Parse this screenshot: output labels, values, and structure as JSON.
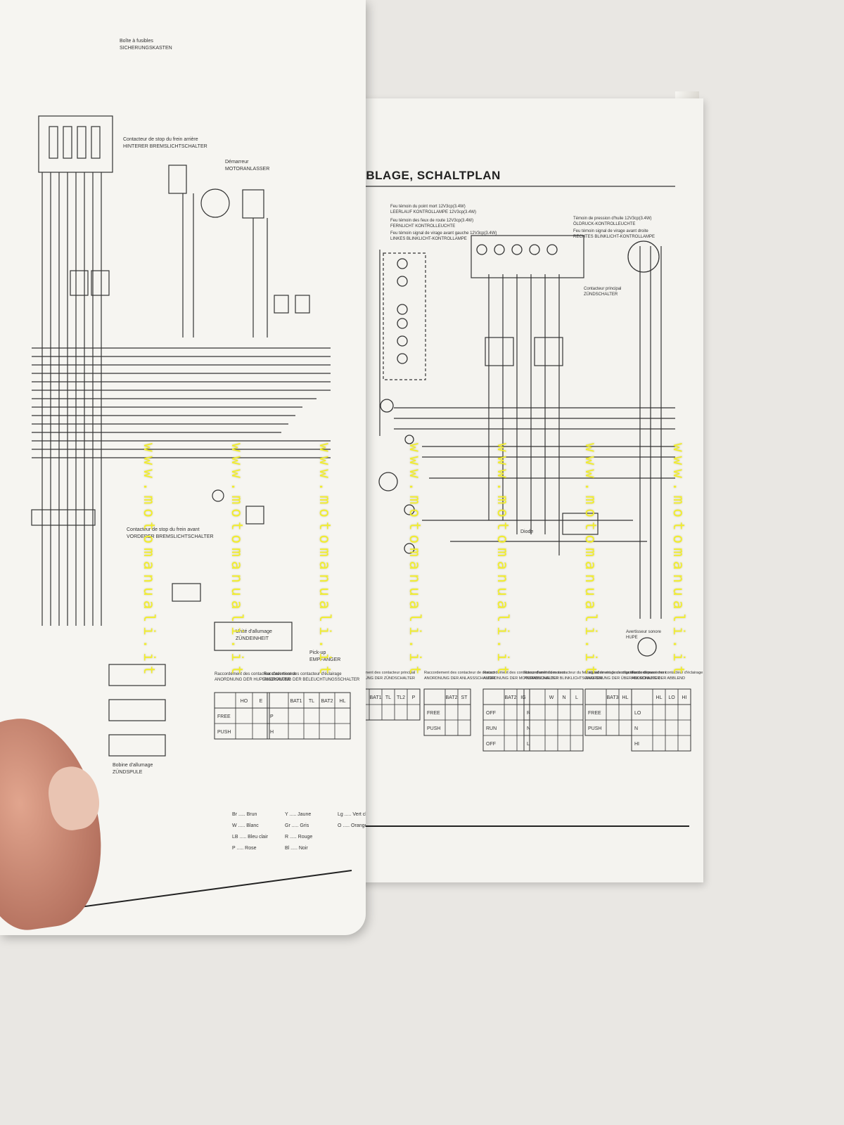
{
  "page_title": "DE CABLAGE, SCHALTPLAN",
  "watermark": "www.motomanuali.it",
  "left_page": {
    "fuse_box_label": "Boîte à fusibles",
    "fuse_box_label_de": "SICHERUNGSKASTEN",
    "rear_stop_switch": "Contacteur de stop du frein arrière",
    "rear_stop_switch_de": "HINTERER BREMSLICHTSCHALTER",
    "starter_motor": "Démarreur",
    "starter_motor_de": "MOTORANLASSER",
    "front_stop_switch": "Contacteur de stop du frein avant",
    "front_stop_switch_de": "VORDERER BREMSLICHTSCHALTER",
    "ignition_unit": "Unité d'allumage",
    "ignition_unit_de": "ZÜNDEINHEIT",
    "pickup": "Pick-up",
    "pickup_de": "EMPFÄNGER",
    "ignition_coil": "Bobine d'allumage",
    "ignition_coil_de": "ZÜNDSPULE",
    "horn_switch_header": "Raccordement des contacteur d'avertisseur",
    "horn_switch_header_de": "ANORDNUNG DER HUPENSCHALTER",
    "lighting_switch_header": "Raccordement des contacteur d'éclairage",
    "lighting_switch_header_de": "ANORDNUNG DER BELEUCHTUNGSSCHALTER",
    "horn_cols": [
      "HO",
      "E"
    ],
    "horn_rows": [
      "FREE",
      "PUSH"
    ],
    "light_cols": [
      "BAT1",
      "TL",
      "BAT2",
      "HL"
    ],
    "light_rows": [
      "P",
      "H"
    ],
    "color_legend": [
      {
        "code": "Br",
        "name": "Brun"
      },
      {
        "code": "W",
        "name": "Blanc"
      },
      {
        "code": "LB",
        "name": "Bleu clair"
      },
      {
        "code": "P",
        "name": "Rose"
      },
      {
        "code": "Y",
        "name": "Jaune"
      },
      {
        "code": "Gr",
        "name": "Gris"
      },
      {
        "code": "R",
        "name": "Rouge"
      },
      {
        "code": "Bl",
        "name": "Noir"
      },
      {
        "code": "Lg",
        "name": "Vert clair"
      },
      {
        "code": "O",
        "name": "Orange"
      }
    ]
  },
  "right_page": {
    "neutral_indicator": "Feu témoin du point mort 12V3cp(3.4W)",
    "neutral_indicator_de": "LEERLAUF KONTROLLAMPE 12V3cp(3.4W)",
    "high_beam_indicator": "Feu témoin des feux de route 12V3cp(3.4W)",
    "high_beam_indicator_de": "FERNLICHT KONTROLLEUCHTE",
    "left_turn_indicator": "Feu témoin signal de virage avant gauche 12V3cp(3.4W)",
    "left_turn_indicator_de": "LINKES BLINKLICHT-KONTROLLAMPE",
    "oil_pressure": "Témoin de pression d'huile 12V3cp(3.4W)",
    "oil_pressure_de": "ÖLDRUCK-KONTROLLEUCHTE",
    "right_turn_indicator": "Feu témoin signal de virage avant droite",
    "right_turn_indicator_de": "RECHTES BLINKLICHT-KONTROLLAMPE",
    "main_switch": "Contacteur principal",
    "main_switch_de": "ZÜNDSCHALTER",
    "diode": "Diode",
    "horn": "Avertisseur sonore",
    "horn_de": "HUPE",
    "tables": [
      {
        "title": "Raccordement des contacteur principal",
        "title_de": "ANORDNUNG DER ZÜNDSCHALTER",
        "cols": [
          "BAT1",
          "TL",
          "TL2",
          "P"
        ],
        "rows": []
      },
      {
        "title": "Raccordement des contacteur de contact",
        "title_de": "ANORDNUNG DER ANLASSSCHALTER",
        "cols": [
          "BAT2",
          "ST"
        ],
        "rows": [
          "FREE",
          "PUSH"
        ]
      },
      {
        "title": "Raccordement des contacteur d'arrêt du moteur",
        "title_de": "ANORDNUNG DER MOTORABSCHALTER",
        "cols": [
          "BAT2",
          "IG"
        ],
        "rows": [
          "OFF",
          "RUN",
          "OFF"
        ]
      },
      {
        "title": "Raccordement des contacteur du feu signal de virage de clignotant",
        "title_de": "ANORDNUNG DER BLINKLICHTSCHALTER",
        "cols": [
          "W",
          "N",
          "L"
        ],
        "rows": [
          "R",
          "N",
          "L"
        ]
      },
      {
        "title": "Raccordement des contacteur de dépassement",
        "title_de": "ANORDNUNG DER ÜBERHOLSCHALTER",
        "cols": [
          "BAT3",
          "HL"
        ],
        "rows": [
          "FREE",
          "PUSH"
        ]
      },
      {
        "title": "Raccordement des contacteur d'éclairage",
        "title_de": "ANORDNUNG DER ABBLEND",
        "cols": [
          "HL",
          "LO",
          "HI"
        ],
        "rows": [
          "LO",
          "N",
          "HI"
        ]
      }
    ]
  }
}
